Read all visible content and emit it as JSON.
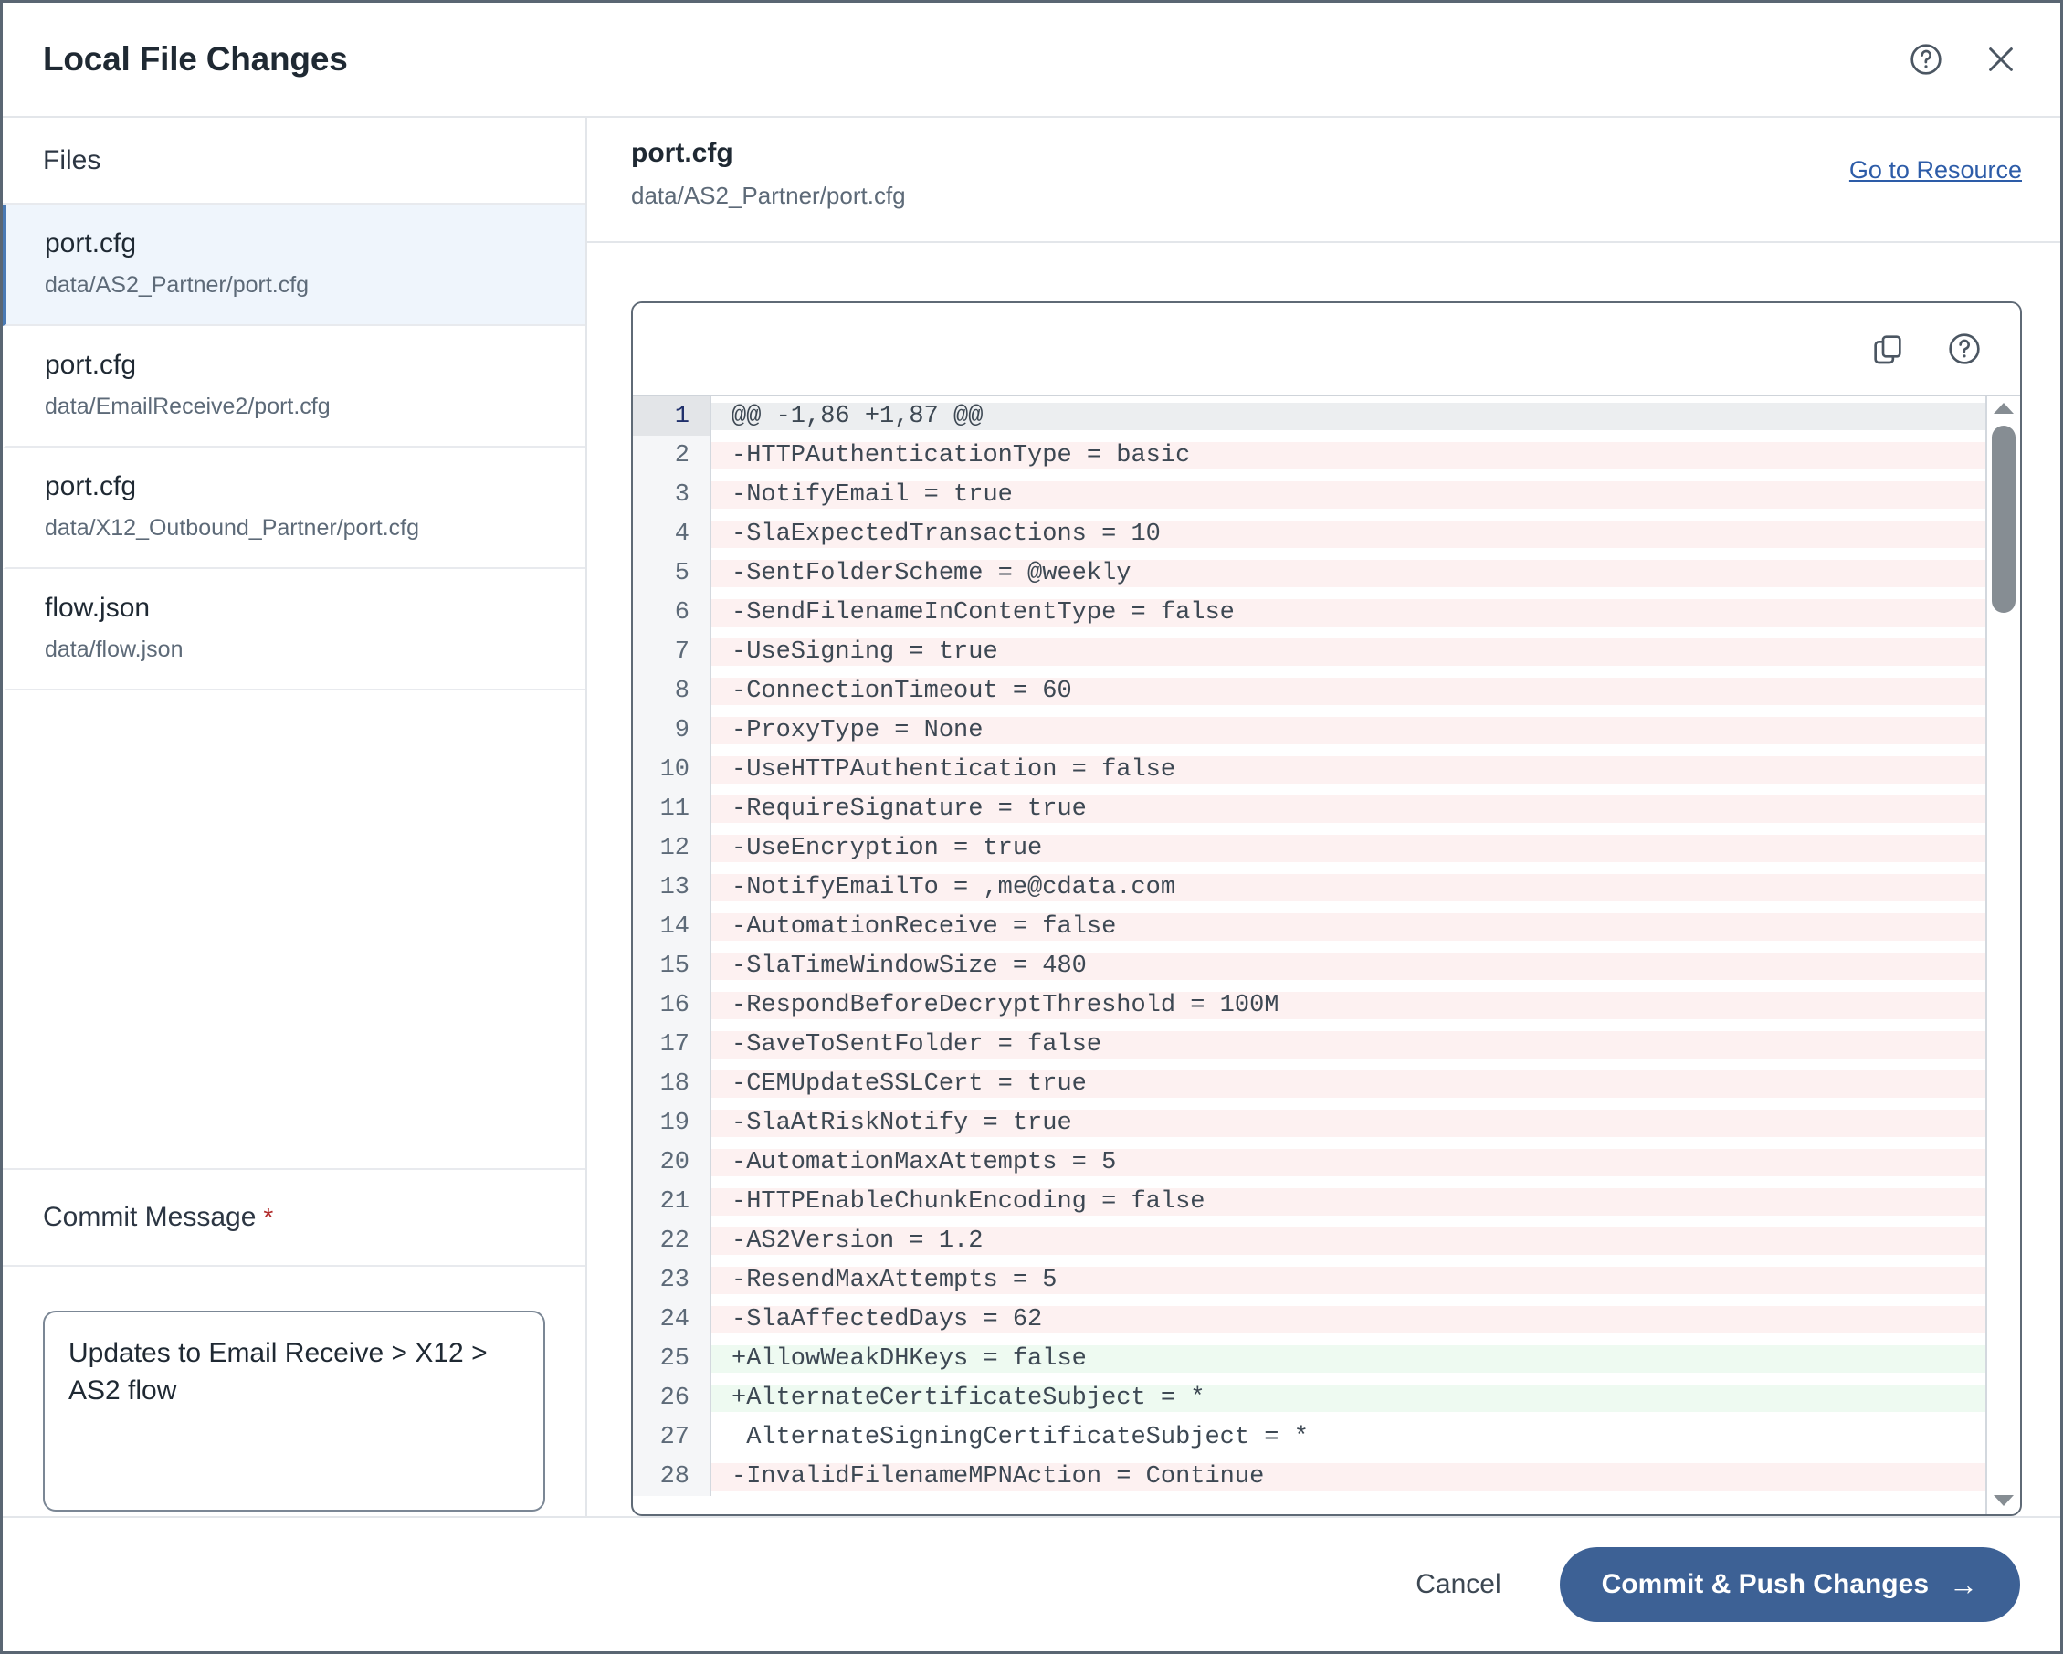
{
  "header": {
    "title": "Local File Changes",
    "help_icon": "help-circle-icon",
    "close_icon": "close-icon"
  },
  "sidebar": {
    "files_label": "Files",
    "items": [
      {
        "name": "port.cfg",
        "path": "data/AS2_Partner/port.cfg",
        "selected": true
      },
      {
        "name": "port.cfg",
        "path": "data/EmailReceive2/port.cfg",
        "selected": false
      },
      {
        "name": "port.cfg",
        "path": "data/X12_Outbound_Partner/port.cfg",
        "selected": false
      },
      {
        "name": "flow.json",
        "path": "data/flow.json",
        "selected": false
      }
    ],
    "commit_label": "Commit Message",
    "required_marker": "*",
    "commit_value": "Updates to Email Receive > X12 > AS2 flow",
    "commit_placeholder": ""
  },
  "detail": {
    "file_name": "port.cfg",
    "file_path": "data/AS2_Partner/port.cfg",
    "resource_link": "Go to Resource",
    "copy_icon": "copy-icon",
    "help_icon": "help-circle-icon"
  },
  "diff": {
    "lines": [
      {
        "n": "1",
        "type": "hunk",
        "text": "@@ -1,86 +1,87 @@"
      },
      {
        "n": "2",
        "type": "del",
        "text": "-HTTPAuthenticationType = basic"
      },
      {
        "n": "3",
        "type": "del",
        "text": "-NotifyEmail = true"
      },
      {
        "n": "4",
        "type": "del",
        "text": "-SlaExpectedTransactions = 10"
      },
      {
        "n": "5",
        "type": "del",
        "text": "-SentFolderScheme = @weekly"
      },
      {
        "n": "6",
        "type": "del",
        "text": "-SendFilenameInContentType = false"
      },
      {
        "n": "7",
        "type": "del",
        "text": "-UseSigning = true"
      },
      {
        "n": "8",
        "type": "del",
        "text": "-ConnectionTimeout = 60"
      },
      {
        "n": "9",
        "type": "del",
        "text": "-ProxyType = None"
      },
      {
        "n": "10",
        "type": "del",
        "text": "-UseHTTPAuthentication = false"
      },
      {
        "n": "11",
        "type": "del",
        "text": "-RequireSignature = true"
      },
      {
        "n": "12",
        "type": "del",
        "text": "-UseEncryption = true"
      },
      {
        "n": "13",
        "type": "del",
        "text": "-NotifyEmailTo = ,me@cdata.com"
      },
      {
        "n": "14",
        "type": "del",
        "text": "-AutomationReceive = false"
      },
      {
        "n": "15",
        "type": "del",
        "text": "-SlaTimeWindowSize = 480"
      },
      {
        "n": "16",
        "type": "del",
        "text": "-RespondBeforeDecryptThreshold = 100M"
      },
      {
        "n": "17",
        "type": "del",
        "text": "-SaveToSentFolder = false"
      },
      {
        "n": "18",
        "type": "del",
        "text": "-CEMUpdateSSLCert = true"
      },
      {
        "n": "19",
        "type": "del",
        "text": "-SlaAtRiskNotify = true"
      },
      {
        "n": "20",
        "type": "del",
        "text": "-AutomationMaxAttempts = 5"
      },
      {
        "n": "21",
        "type": "del",
        "text": "-HTTPEnableChunkEncoding = false"
      },
      {
        "n": "22",
        "type": "del",
        "text": "-AS2Version = 1.2"
      },
      {
        "n": "23",
        "type": "del",
        "text": "-ResendMaxAttempts = 5"
      },
      {
        "n": "24",
        "type": "del",
        "text": "-SlaAffectedDays = 62"
      },
      {
        "n": "25",
        "type": "add",
        "text": "+AllowWeakDHKeys = false"
      },
      {
        "n": "26",
        "type": "add",
        "text": "+AlternateCertificateSubject = *"
      },
      {
        "n": "27",
        "type": "ctx",
        "text": " AlternateSigningCertificateSubject = *"
      },
      {
        "n": "28",
        "type": "del",
        "text": "-InvalidFilenameMPNAction = Continue"
      }
    ],
    "scroll_up_icon": "scroll-up-arrow-icon",
    "scroll_down_icon": "scroll-down-arrow-icon"
  },
  "footer": {
    "cancel_label": "Cancel",
    "primary_label": "Commit & Push Changes",
    "primary_arrow": "→",
    "primary_color": "#3d6195"
  }
}
